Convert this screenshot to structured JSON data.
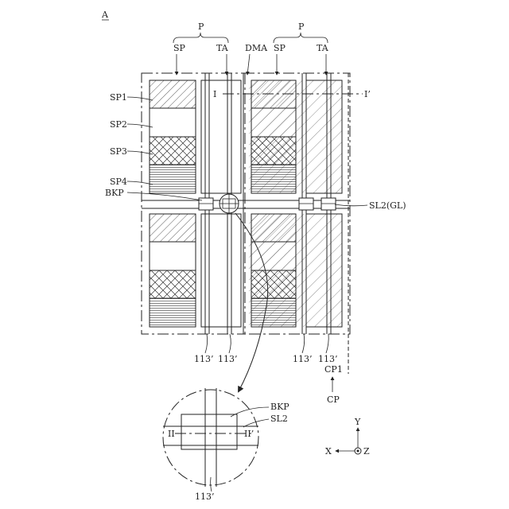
{
  "figure_label": "A",
  "top_labels": {
    "p_left": "P",
    "sp_left": "SP",
    "ta_left": "TA",
    "dma": "DMA",
    "p_right": "P",
    "sp_right": "SP",
    "ta_right": "TA"
  },
  "section_labels": {
    "i": "I",
    "i_prime": "I’"
  },
  "left_labels": [
    "SP1",
    "SP2",
    "SP3",
    "SP4",
    "BKP"
  ],
  "sl2_gl": "SL2(GL)",
  "bottom_labels": [
    "113’",
    "113’",
    "113’",
    "113’"
  ],
  "cp1": "CP1",
  "cp": "CP",
  "detail": {
    "bkp": "BKP",
    "sl2": "SL2",
    "ii": "II",
    "ii_prime": "II’",
    "line_113": "113’"
  },
  "axes": {
    "x": "X",
    "y": "Y",
    "z": "Z"
  },
  "colors": {
    "line": "#222222",
    "background": "#ffffff"
  }
}
